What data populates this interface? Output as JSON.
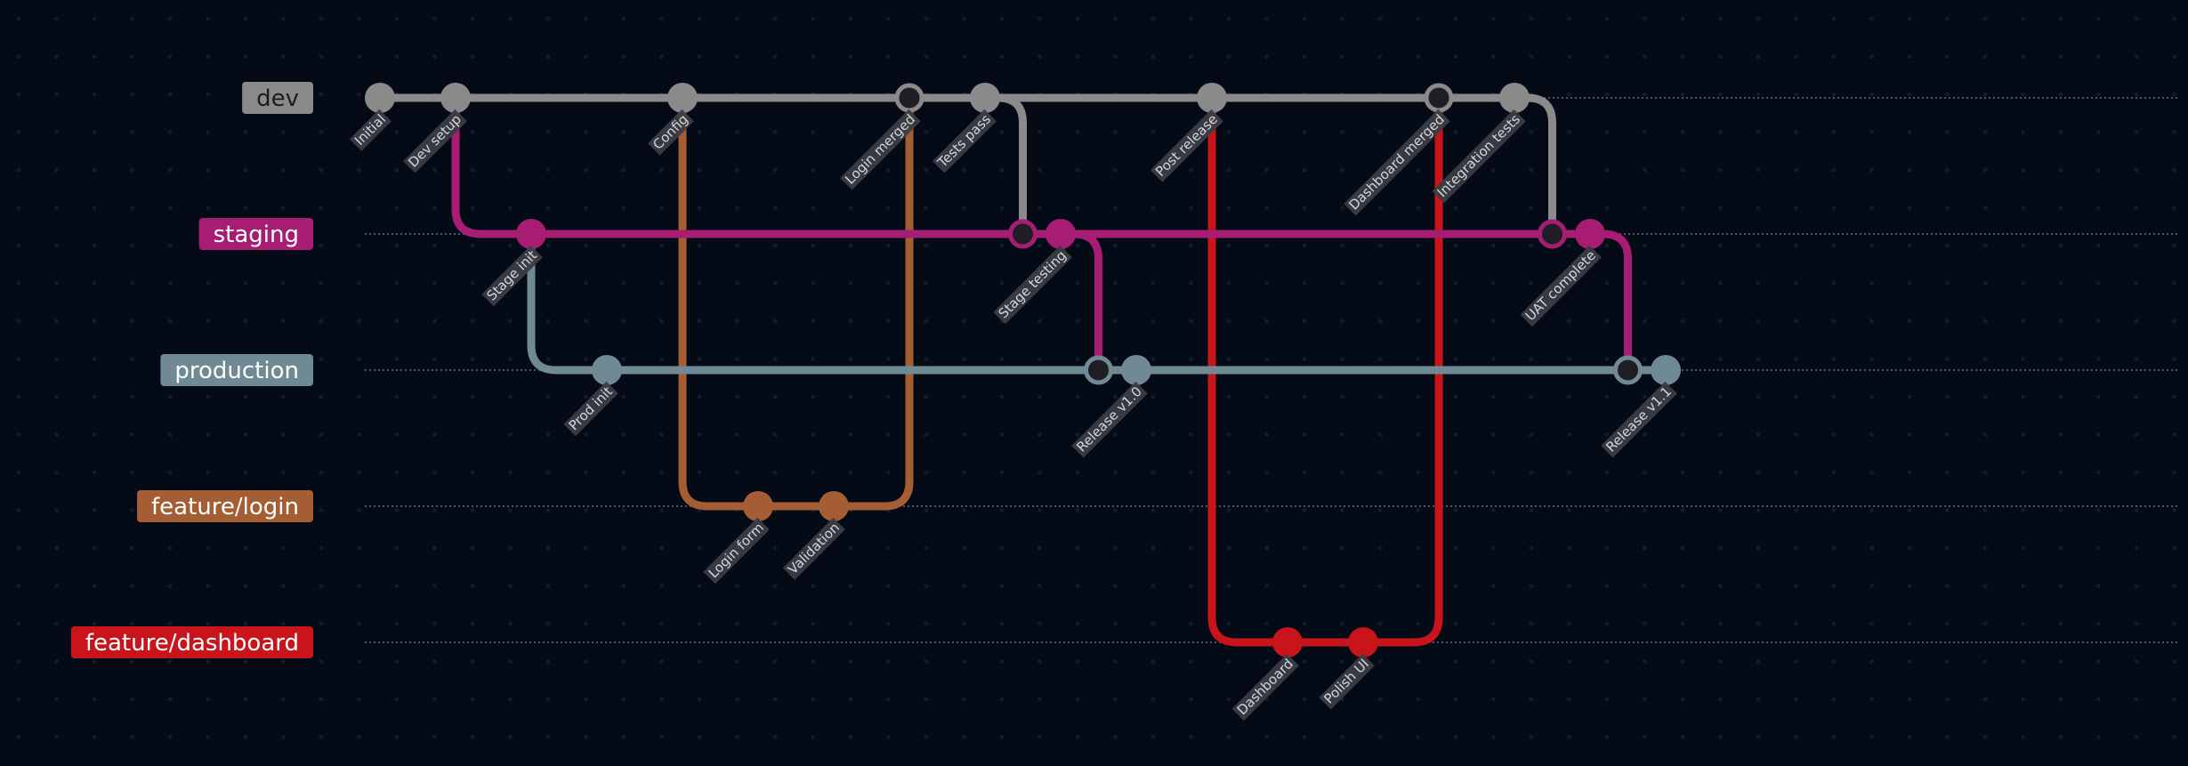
{
  "colors": {
    "background": "#050a17",
    "dots": "#141c2c",
    "merge_fill": "#1e1e24",
    "label_bg": "#3a3d45",
    "label_text": "#d6d6d6",
    "lane_line": "#9aa0a8"
  },
  "branches": [
    {
      "id": "dev",
      "label": "dev",
      "color": "#8a8a8a",
      "text_color": "#1c1c1c"
    },
    {
      "id": "staging",
      "label": "staging",
      "color": "#a71d74",
      "text_color": "#ffffff"
    },
    {
      "id": "production",
      "label": "production",
      "color": "#6f8a94",
      "text_color": "#ffffff"
    },
    {
      "id": "feature-login",
      "label": "feature/login",
      "color": "#a55e34",
      "text_color": "#ffffff"
    },
    {
      "id": "feature-dashboard",
      "label": "feature/dashboard",
      "color": "#c8141a",
      "text_color": "#ffffff"
    }
  ],
  "commits": [
    {
      "id": "c1",
      "branch": "dev",
      "col": 0,
      "label": "Initial"
    },
    {
      "id": "c2",
      "branch": "dev",
      "col": 1,
      "label": "Dev setup"
    },
    {
      "id": "c3",
      "branch": "staging",
      "col": 2,
      "label": "Stage init"
    },
    {
      "id": "c4",
      "branch": "production",
      "col": 3,
      "label": "Prod init"
    },
    {
      "id": "c5",
      "branch": "dev",
      "col": 4,
      "label": "Config"
    },
    {
      "id": "c6",
      "branch": "feature-login",
      "col": 5,
      "label": "Login form"
    },
    {
      "id": "c7",
      "branch": "feature-login",
      "col": 6,
      "label": "Validation"
    },
    {
      "id": "c8",
      "branch": "dev",
      "col": 7,
      "label": "Login merged",
      "merge": true
    },
    {
      "id": "c9",
      "branch": "dev",
      "col": 8,
      "label": "Tests pass"
    },
    {
      "id": "c10",
      "branch": "staging",
      "col": 9,
      "label": "Stage testing"
    },
    {
      "id": "c11",
      "branch": "production",
      "col": 10,
      "label": "Release v1.0"
    },
    {
      "id": "c12",
      "branch": "dev",
      "col": 11,
      "label": "Post release"
    },
    {
      "id": "c13",
      "branch": "feature-dashboard",
      "col": 12,
      "label": "Dashboard"
    },
    {
      "id": "c14",
      "branch": "feature-dashboard",
      "col": 13,
      "label": "Polish UI"
    },
    {
      "id": "c15",
      "branch": "dev",
      "col": 14,
      "label": "Dashboard merged",
      "merge": true
    },
    {
      "id": "c16",
      "branch": "dev",
      "col": 15,
      "label": "Integration tests"
    },
    {
      "id": "c17",
      "branch": "staging",
      "col": 16,
      "label": "UAT complete"
    },
    {
      "id": "c18",
      "branch": "production",
      "col": 17,
      "label": "Release v1.1"
    }
  ],
  "merge_points": [
    {
      "branch": "staging",
      "col": 8.5
    },
    {
      "branch": "production",
      "col": 9.5
    },
    {
      "branch": "staging",
      "col": 15.5
    },
    {
      "branch": "production",
      "col": 16.5
    }
  ],
  "connections": [
    {
      "type": "fork",
      "from_branch": "dev",
      "from_col": 1,
      "to_branch": "staging",
      "to_col": 2
    },
    {
      "type": "fork",
      "from_branch": "staging",
      "from_col": 2,
      "to_branch": "production",
      "to_col": 3
    },
    {
      "type": "fork",
      "from_branch": "dev",
      "from_col": 4,
      "to_branch": "feature-login",
      "to_col": 5
    },
    {
      "type": "merge",
      "from_branch": "feature-login",
      "from_col": 6,
      "to_branch": "dev",
      "to_col": 7
    },
    {
      "type": "merge",
      "from_branch": "dev",
      "from_col": 8,
      "to_branch": "staging",
      "to_col": 8.5
    },
    {
      "type": "merge",
      "from_branch": "staging",
      "from_col": 9,
      "to_branch": "production",
      "to_col": 9.5
    },
    {
      "type": "fork",
      "from_branch": "dev",
      "from_col": 11,
      "to_branch": "feature-dashboard",
      "to_col": 12
    },
    {
      "type": "merge",
      "from_branch": "feature-dashboard",
      "from_col": 13,
      "to_branch": "dev",
      "to_col": 14
    },
    {
      "type": "merge",
      "from_branch": "dev",
      "from_col": 15,
      "to_branch": "staging",
      "to_col": 15.5
    },
    {
      "type": "merge",
      "from_branch": "staging",
      "from_col": 16,
      "to_branch": "production",
      "to_col": 16.5
    }
  ]
}
